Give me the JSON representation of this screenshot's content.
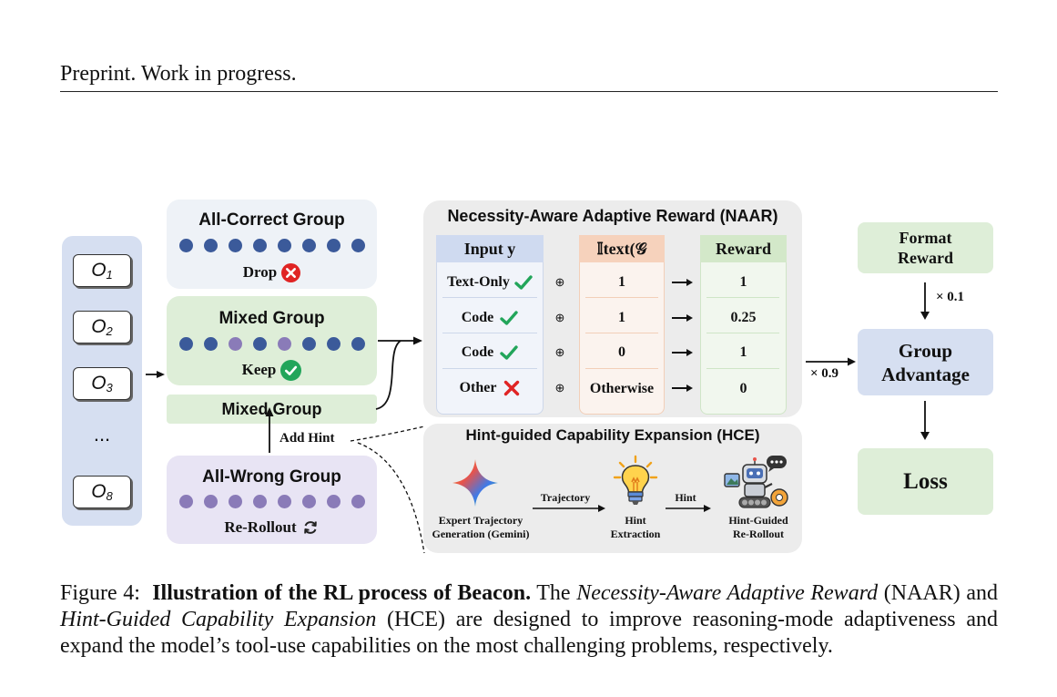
{
  "header": {
    "text": "Preprint. Work in progress."
  },
  "outputs": [
    {
      "letter": "O",
      "sub": "1"
    },
    {
      "letter": "O",
      "sub": "2"
    },
    {
      "letter": "O",
      "sub": "3"
    },
    {
      "ellipsis": "..."
    },
    {
      "letter": "O",
      "sub": "8"
    }
  ],
  "groups": {
    "all_correct": {
      "title": "All-Correct Group",
      "action": "Drop"
    },
    "mixed": {
      "title": "Mixed Group",
      "action": "Keep"
    },
    "mixed2": {
      "title": "Mixed Group"
    },
    "add_hint": "Add Hint",
    "all_wrong": {
      "title": "All-Wrong Group",
      "action": "Re-Rollout"
    }
  },
  "naar": {
    "title": "Necessity-Aware Adaptive Reward (NAAR)",
    "col_input": "Input y",
    "col_indicator": "𝕀text(𝒢",
    "col_reward": "Reward",
    "rows": [
      {
        "input": "Text-Only",
        "mark": "check",
        "indicator": "1",
        "reward": "1"
      },
      {
        "input": "Code",
        "mark": "check",
        "indicator": "1",
        "reward": "0.25"
      },
      {
        "input": "Code",
        "mark": "check",
        "indicator": "0",
        "reward": "1"
      },
      {
        "input": "Other",
        "mark": "cross",
        "indicator": "Otherwise",
        "reward": "0"
      }
    ],
    "oplus": "⊕"
  },
  "hce": {
    "title": "Hint-guided Capability Expansion (HCE)",
    "step1": "Expert Trajectory Generation (Gemini)",
    "arrow1": "Trajectory",
    "step2": "Hint Extraction",
    "arrow2": "Hint",
    "step3": "Hint-Guided Re-Rollout"
  },
  "right": {
    "format_reward": "Format Reward",
    "weight_format": "× 0.1",
    "weight_naar": "× 0.9",
    "group_advantage": "Group Advantage",
    "loss": "Loss"
  },
  "caption": {
    "label": "Figure 4:",
    "bold": "Illustration of the RL process of Beacon.",
    "t1": " The ",
    "i1": "Necessity-Aware Adaptive Reward",
    "t2": " (NAAR) and ",
    "i2": "Hint-Guided Capability Expansion",
    "t3": " (HCE) are designed to improve reasoning-mode adaptiveness and expand the model’s tool-use capabilities on the most challenging problems, respectively."
  },
  "colors": {
    "blue_dot": "#3b5a9a",
    "purple_dot": "#8a7bb8",
    "green_check": "#22a55a",
    "red_cross": "#e02424",
    "panel_green": "#deeed8",
    "panel_blue": "#d6dff1",
    "panel_purple": "#e8e4f4",
    "panel_grey": "#ececec",
    "panel_light_blue": "#eef2f7"
  }
}
